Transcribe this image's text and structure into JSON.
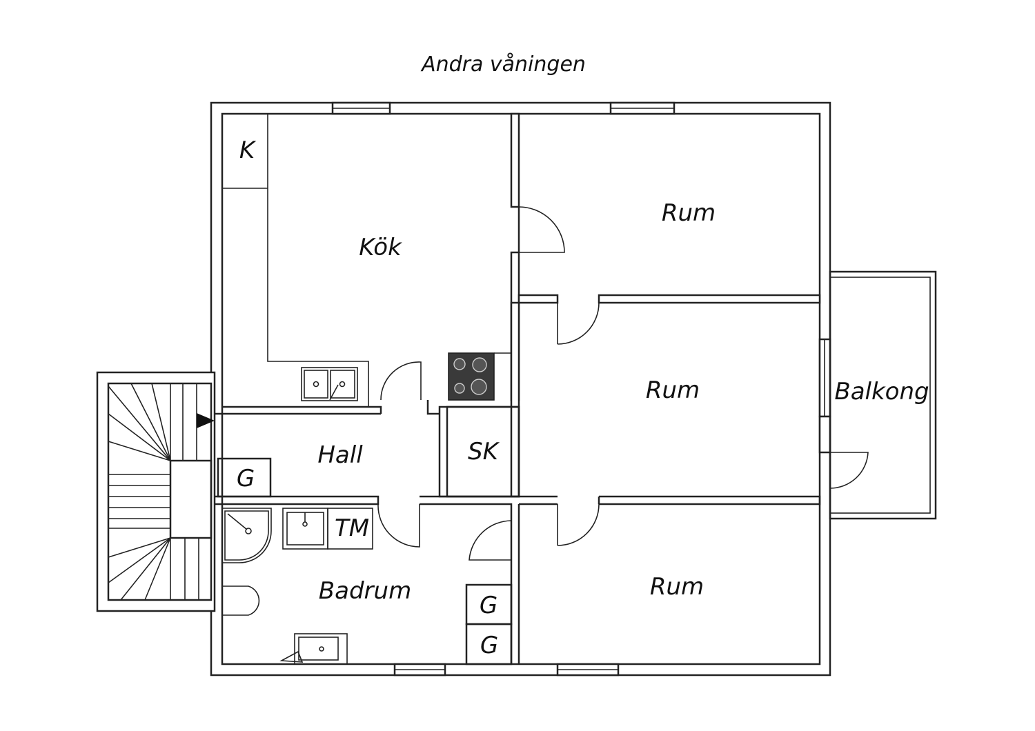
{
  "floor_title": "Andra våningen",
  "rooms": {
    "kitchen_cabinet": "K",
    "kitchen": "Kök",
    "room_top": "Rum",
    "room_middle": "Rum",
    "room_bottom": "Rum",
    "balcony": "Balkong",
    "hall": "Hall",
    "hall_wardrobe": "G",
    "storage_closet": "SK",
    "laundry": "TM",
    "bathroom": "Badrum",
    "bath_wardrobe_1": "G",
    "bath_wardrobe_2": "G"
  }
}
